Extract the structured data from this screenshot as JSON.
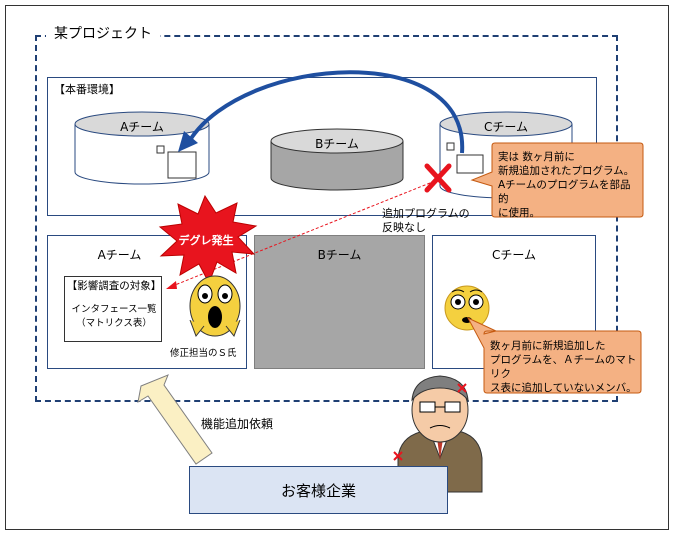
{
  "project": {
    "title": "某プロジェクト"
  },
  "production": {
    "title": "【本番環境】",
    "servers": [
      {
        "label": "Aチーム"
      },
      {
        "label": "Bチーム"
      },
      {
        "label": "Cチーム"
      }
    ]
  },
  "teams": {
    "a": {
      "label": "Aチーム",
      "impact_title": "【影響調査の対象】",
      "impact_line1": "インタフェース一覧",
      "impact_line2": "（マトリクス表）",
      "person_caption": "修正担当のＳ氏"
    },
    "b": {
      "label": "Bチーム"
    },
    "c": {
      "label": "Cチーム"
    }
  },
  "burst": {
    "label": "デグレ発生"
  },
  "note_not_reflected": {
    "line1": "追加プログラムの",
    "line2": "反映なし"
  },
  "callout_top": {
    "line1": "実は 数ヶ月前に",
    "line2": "新規追加されたプログラム。",
    "line3": "Aチームのプログラムを部品的",
    "line4": "に使用。"
  },
  "callout_bottom": {
    "line1": "数ヶ月前に新規追加した",
    "line2": "プログラムを、Ａチームのマトリク",
    "line3": "ス表に追加していないメンバ。"
  },
  "request_label": "機能追加依頼",
  "customer": {
    "label": "お客様企業"
  },
  "colors": {
    "frame_dark": "#1f3f73",
    "server_top": "#d9d9d9",
    "server_b": "#a6a6a6",
    "burst_red": "#e8141e",
    "callout_fill": "#f4b183",
    "arrow_fill": "#fbf0c4",
    "customer_fill": "#dbe4f3",
    "cross_red": "#e8141e"
  }
}
